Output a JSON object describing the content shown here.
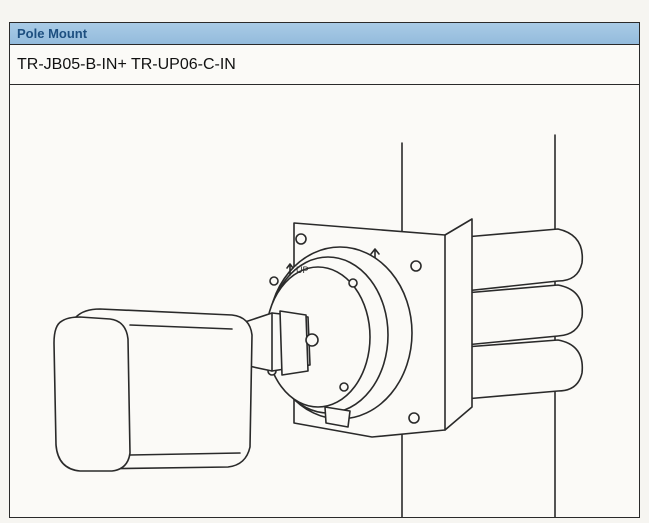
{
  "section": {
    "title": "Pole Mount"
  },
  "model": {
    "text": "TR-JB05-B-IN+ TR-UP06-C-IN"
  },
  "figure": {
    "bracket_label": "UP",
    "base_label": "UP",
    "icon": "pole-mount-illustration"
  },
  "colors": {
    "header_bg": "#9fc4e2",
    "header_text": "#1d4f80",
    "line": "#2a2a2a"
  }
}
